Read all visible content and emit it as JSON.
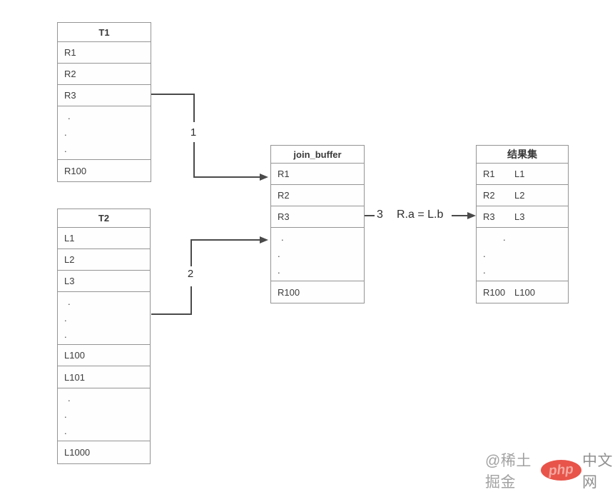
{
  "tables": {
    "t1": {
      "title": "T1",
      "rows": [
        "R1",
        "R2",
        "R3",
        ".\n.\n.",
        "R100"
      ]
    },
    "t2": {
      "title": "T2",
      "rows": [
        "L1",
        "L2",
        "L3",
        ".\n.\n.",
        "L100",
        "L101",
        ".\n.\n.",
        "L1000"
      ]
    },
    "join_buffer": {
      "title": "join_buffer",
      "rows": [
        "R1",
        "R2",
        "R3",
        ".\n.\n.",
        "R100"
      ]
    },
    "result": {
      "title": "结果集",
      "rows": [
        [
          "R1",
          "L1"
        ],
        [
          "R2",
          "L2"
        ],
        [
          "R3",
          "L3"
        ],
        [
          ".\n.\n.",
          ""
        ],
        [
          "R100",
          "L100"
        ]
      ]
    }
  },
  "arrows": {
    "step1_label": "1",
    "step2_label": "2",
    "step3_label": "3",
    "join_condition": "R.a = L.b"
  },
  "colors": {
    "border": "#949494",
    "arrow": "#4a4a4a",
    "text": "#3b3b3b",
    "watermark_gray": "#a2a2a2",
    "logo_red": "#e8544a"
  },
  "watermark": {
    "prefix": "@稀土掘金",
    "logo_text": "php",
    "suffix": "中文网"
  }
}
